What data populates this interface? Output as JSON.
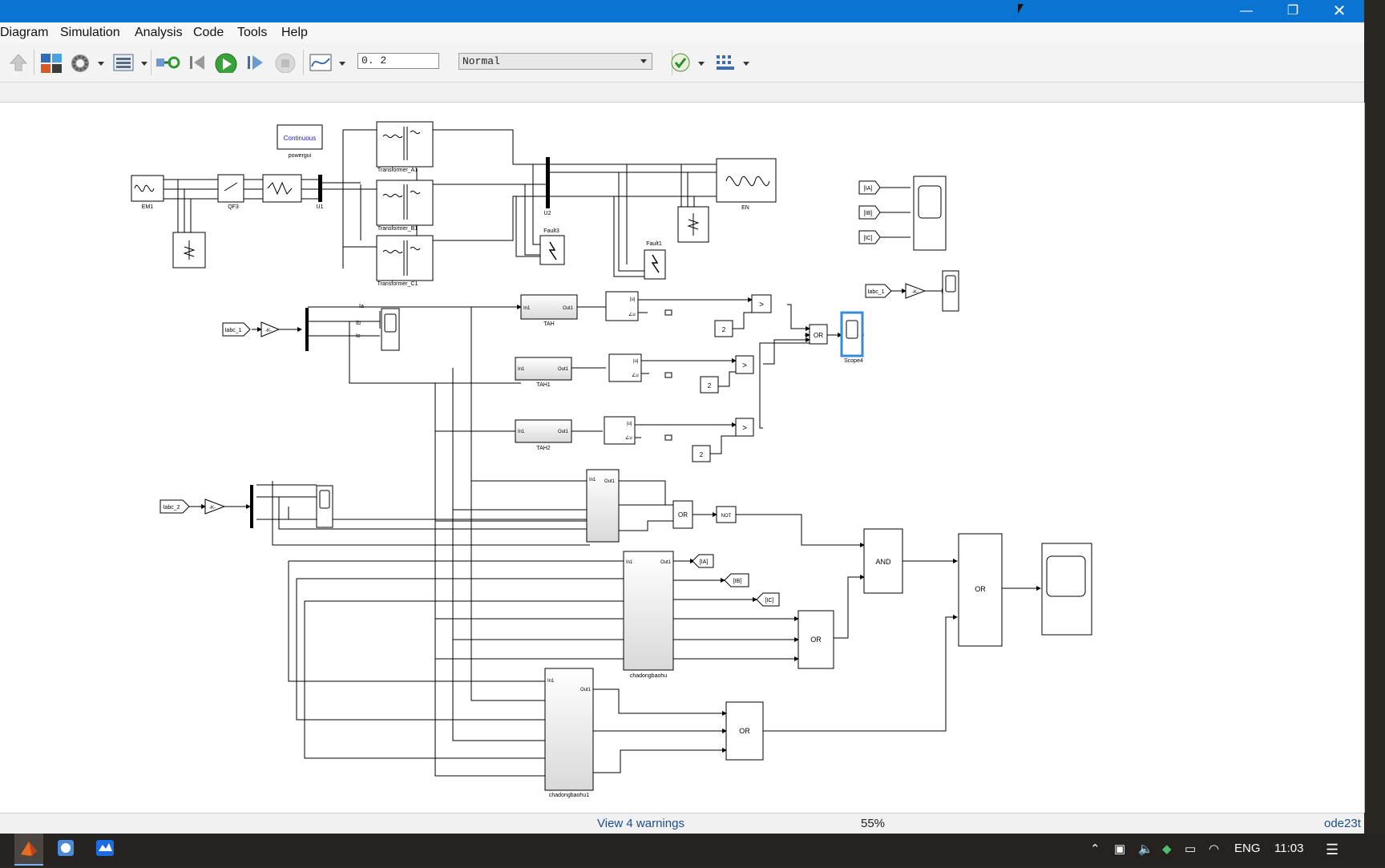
{
  "menubar": {
    "items": [
      "Diagram",
      "Simulation",
      "Analysis",
      "Code",
      "Tools",
      "Help"
    ]
  },
  "toolbar": {
    "stop_time": "0. 2",
    "sim_mode": "Normal"
  },
  "diagram": {
    "powergui": {
      "mode": "Continuous",
      "label": "powergui"
    },
    "blocks": {
      "em1": "EM1",
      "qf3": "QF3",
      "u1": "U1",
      "u2": "U2",
      "en": "EN",
      "transformer_a1": "Transformer_A1",
      "transformer_b1": "Transformer_B1",
      "transformer_c1": "Transformer_C1",
      "fault3": "Fault3",
      "fault1": "Fault1",
      "tah": "TAH",
      "tah1": "TAH1",
      "tah2": "TAH2",
      "scope4": "Scope4",
      "chadongbaohu": "chadongbaohu",
      "chadongbaohu1": "chadongbaohu1"
    },
    "tags": {
      "iabc_1": "Iabc_1",
      "iabc_2": "Iabc_2",
      "ia": "[IA]",
      "ib": "[IB]",
      "ic": "[IC]"
    },
    "gain": "-K-",
    "const": "2",
    "gt": ">",
    "or": "OR",
    "and": "AND",
    "not": "NOT",
    "bus_labels": {
      "ia": "Ia",
      "ib": "Ib",
      "ic": "Ic"
    },
    "port_in": "In1",
    "port_out": "Out1",
    "mag": "|u|",
    "ang": "∠u"
  },
  "status": {
    "warnings": "View 4 warnings",
    "zoom": "55%",
    "solver": "ode23t"
  },
  "taskbar": {
    "lang": "ENG",
    "time": "11:03"
  }
}
